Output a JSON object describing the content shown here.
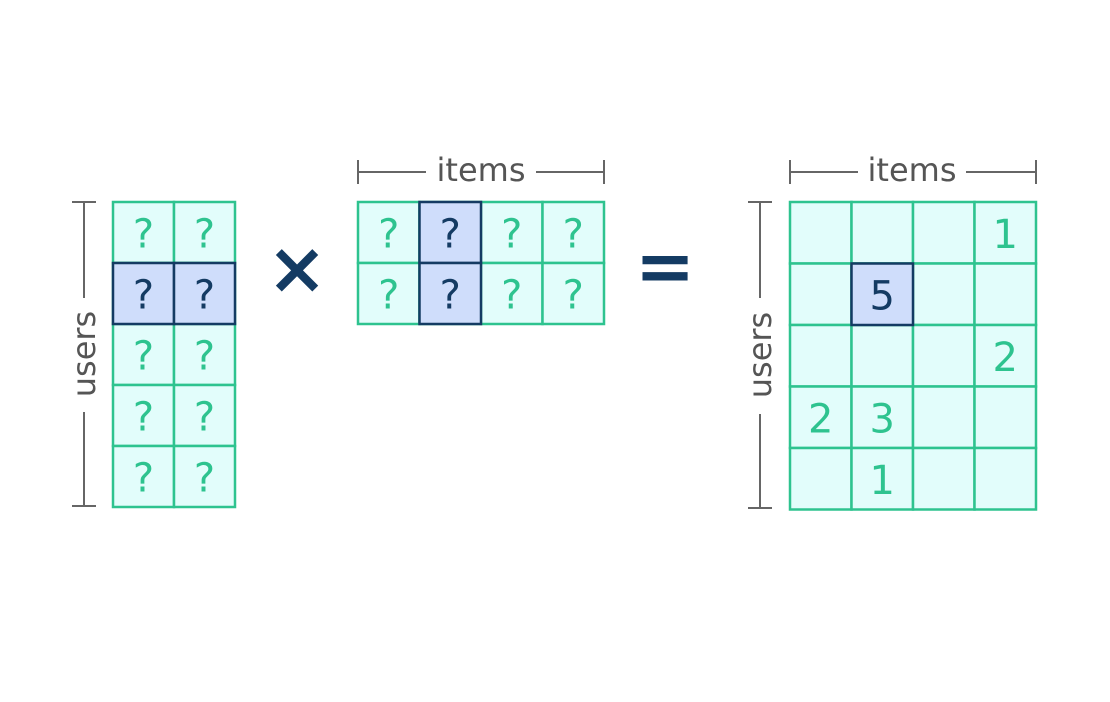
{
  "labels": {
    "user_axis": "users",
    "item_axis": "items"
  },
  "operators": {
    "multiply": "×",
    "equals": "="
  },
  "colors": {
    "cell_fill": "#e2fdfb",
    "grid_stroke": "#2ec38f",
    "unknown_text": "#2ec38f",
    "highlight_fill": "#cfddfb",
    "highlight_stroke": "#143b63",
    "highlight_text": "#143b63",
    "dimension_line": "#666666",
    "operator": "#143b63"
  },
  "user_matrix": {
    "rows": 5,
    "cols": 2,
    "cells": [
      [
        "?",
        "?"
      ],
      [
        "?",
        "?"
      ],
      [
        "?",
        "?"
      ],
      [
        "?",
        "?"
      ],
      [
        "?",
        "?"
      ]
    ],
    "highlight_row": 1
  },
  "item_matrix": {
    "rows": 2,
    "cols": 4,
    "cells": [
      [
        "?",
        "?",
        "?",
        "?"
      ],
      [
        "?",
        "?",
        "?",
        "?"
      ]
    ],
    "highlight_col": 1
  },
  "ratings_matrix": {
    "rows": 5,
    "cols": 4,
    "cells": [
      [
        "",
        "",
        "",
        "1"
      ],
      [
        "",
        "5",
        "",
        ""
      ],
      [
        "",
        "",
        "",
        "2"
      ],
      [
        "2",
        "3",
        "",
        ""
      ],
      [
        "",
        "1",
        "",
        ""
      ]
    ],
    "highlight_cell": [
      1,
      1
    ]
  }
}
